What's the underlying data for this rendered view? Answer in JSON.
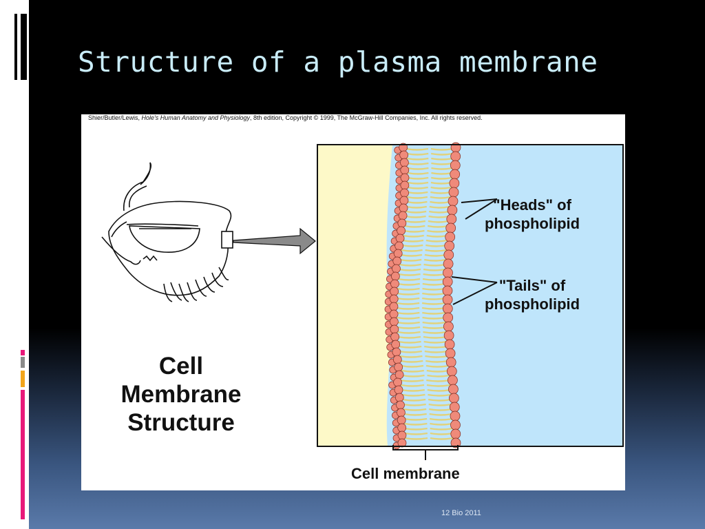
{
  "slide": {
    "title": "Structure of a plasma membrane",
    "footer": "12 Bio 2011"
  },
  "figure": {
    "credit": {
      "authors": "Shier/Butler/Lewis, ",
      "book": "Hole's Human Anatomy and Physiology",
      "rest": ", 8th edition, Copyright © 1999, The McGraw-Hill Companies, Inc.  All rights reserved."
    },
    "heading": {
      "line1": "Cell",
      "line2": "Membrane",
      "line3": "Structure"
    },
    "labels": {
      "heads_line1": "\"Heads\" of",
      "heads_line2": "phospholipid",
      "tails_line1": "\"Tails\" of",
      "tails_line2": "phospholipid",
      "membrane": "Cell membrane"
    },
    "colors": {
      "inside": "#fdf9c8",
      "outside": "#bfe5fb",
      "head": "#ef8a7a",
      "tail": "#e2d27a"
    }
  }
}
